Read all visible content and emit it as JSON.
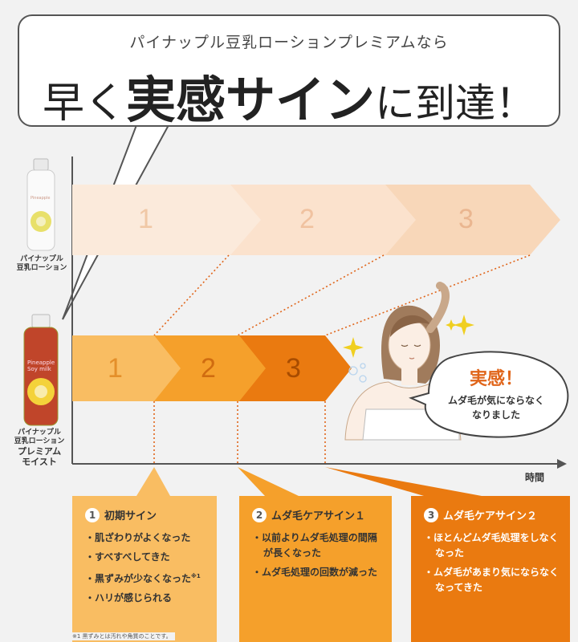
{
  "header": {
    "subtitle": "パイナップル豆乳ローションプレミアムなら",
    "headline_part1": "早く",
    "headline_part2": "実感サイン",
    "headline_part3": "に到達！"
  },
  "products": {
    "top_label_line1": "パイナップル",
    "top_label_line2": "豆乳ローション",
    "bottom_label_line1": "パイナップル",
    "bottom_label_line2": "豆乳ローション",
    "bottom_label_line3": "プレミアム",
    "bottom_label_line4": "モイスト",
    "bottle_text_line1": "Pineapple",
    "bottle_text_line2": "Soy milk"
  },
  "axis": {
    "x_label": "時間"
  },
  "top_row": {
    "numbers": [
      "1",
      "2",
      "3"
    ]
  },
  "bottom_row": {
    "numbers": [
      "1",
      "2",
      "3"
    ]
  },
  "speech": {
    "title": "実感！",
    "line1": "ムダ毛が気にならなく",
    "line2": "なりました"
  },
  "info_boxes": [
    {
      "num": "1",
      "title": "初期サイン",
      "items": [
        "肌ざわりがよくなった",
        "すべすべしてきた",
        "黒ずみが少なくなった",
        "ハリが感じられる"
      ],
      "note_mark": "※1",
      "bg": "#f9bd62"
    },
    {
      "num": "2",
      "title": "ムダ毛ケアサイン１",
      "items": [
        "以前よりムダ毛処理の間隔が長くなった",
        "ムダ毛処理の回数が減った"
      ],
      "bg": "#f5a02b"
    },
    {
      "num": "3",
      "title": "ムダ毛ケアサイン２",
      "items": [
        "ほとんどムダ毛処理をしなくなった",
        "ムダ毛があまり気にならなくなってきた"
      ],
      "bg": "#ea7a10"
    }
  ],
  "footnote": "※1 黒ずみとは汚れや角質のことです。",
  "colors": {
    "top_chevrons": [
      "#fbeadb",
      "#fbe2cd",
      "#f8d7b9"
    ],
    "bottom_chevrons": [
      "#f9bd62",
      "#f5a02b",
      "#ea7a10"
    ]
  }
}
